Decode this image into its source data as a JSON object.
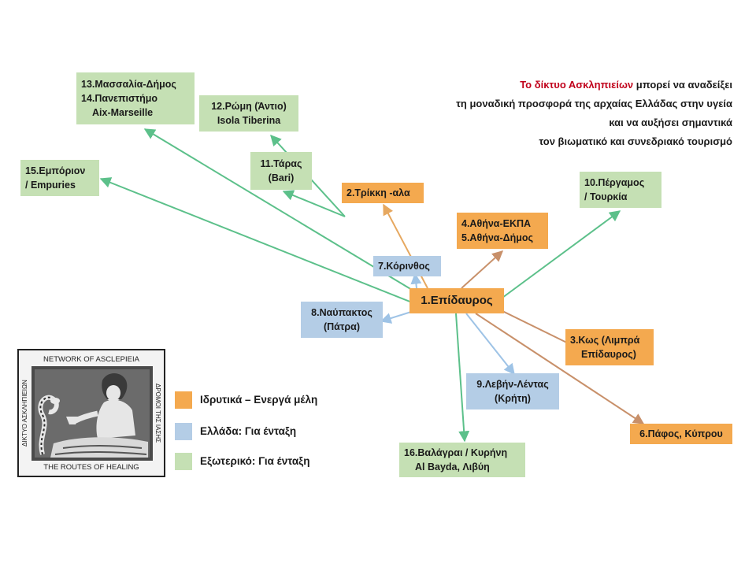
{
  "headline": {
    "highlight": "Το δίκτυο Ασκληπιείων",
    "line1_rest": " μπορεί να αναδείξει",
    "line2": "τη μοναδική προσφορά της αρχαίας Ελλάδας στην υγεία",
    "line3": "και να αυξήσει σημαντικά",
    "line4": "τον βιωματικό και συνεδριακό τουρισμό",
    "highlight_color": "#c0001a"
  },
  "nodes": {
    "epidavros": "1.Επίδαυρος",
    "trikki": "2.Τρίκκη -αλα",
    "kos": [
      "3.Κως (Λιμπρά",
      "Επίδαυρος)"
    ],
    "athina": [
      "4.Αθήνα-ΕΚΠΑ",
      "5.Αθήνα-Δήμος"
    ],
    "pafos": "6.Πάφος, Κύπρου",
    "korinthos": "7.Κόρινθος",
    "nafpaktos": [
      "8.Ναύπακτος",
      "(Πάτρα)"
    ],
    "lebin": [
      "9.Λεβήν-Λέντας",
      "(Κρήτη)"
    ],
    "pergamos": [
      "10.Πέργαμος",
      "/ Τουρκία"
    ],
    "taras": [
      "11.Τάρας",
      "(Bari)"
    ],
    "romi": [
      "12.Ρώμη  (Άντιο)",
      "Isola Tiberina"
    ],
    "massalia": [
      "13.Μασσαλία-Δήμος",
      "14.Πανεπιστήμο",
      "Aix-Marseille"
    ],
    "emporion": [
      "15.Εμπόριον",
      "/ Empuries"
    ],
    "balagrai": [
      "16.Βαλάγραι / Κυρήνη",
      "Al Bayda, Λιβύη"
    ]
  },
  "legend": [
    {
      "label": "Ιδρυτικά – Ενεργά μέλη",
      "color": "#f4a94f"
    },
    {
      "label": "Ελλάδα: Για ένταξη",
      "color": "#b4cde6"
    },
    {
      "label": "Εξωτερικό: Για ένταξη",
      "color": "#c5e0b4"
    }
  ],
  "logo": {
    "top": "NETWORK OF ASCLEPIEIA",
    "bottom": "THE ROUTES OF HEALING",
    "left": "ΔΙΚΤΥΟ ΑΣΚΛΗΠΙΕΙΩΝ",
    "right": "ΔΡΟΜΟΙ ΤΗΣ ΙΑΣΗΣ"
  },
  "colors": {
    "green": "#c5e0b4",
    "blue": "#b4cde6",
    "orange": "#f4a94f",
    "arrow_green": "#5cc08a",
    "arrow_blue": "#9ec3e6",
    "arrow_brown": "#c8906a",
    "arrow_orange": "#e6a860"
  }
}
